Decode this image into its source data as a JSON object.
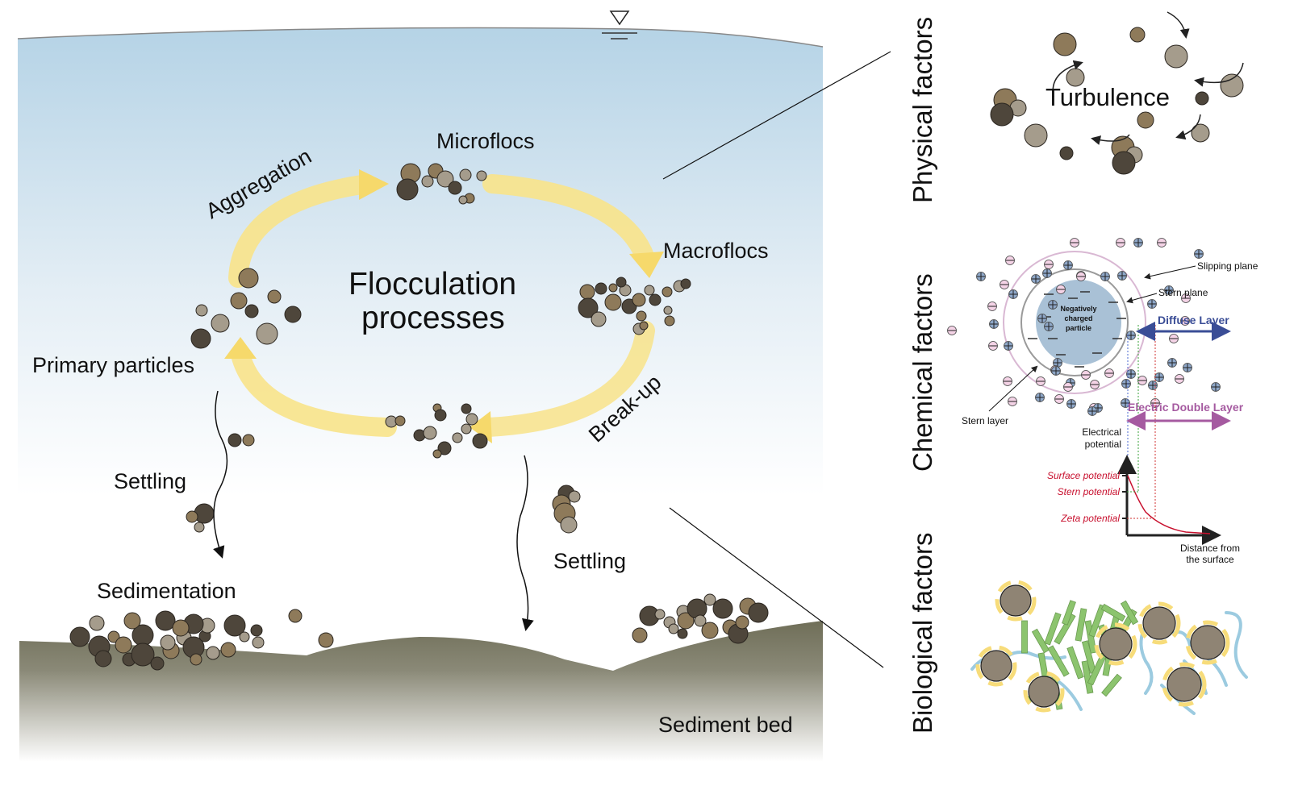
{
  "title": "Flocculation processes",
  "water_surface_symbol": "water-level-triangle",
  "cycle": {
    "labels": {
      "aggregation": "Aggregation",
      "microflocs": "Microflocs",
      "macroflocs": "Macroflocs",
      "break_up": "Break-up",
      "primary_particles": "Primary particles",
      "title_line1": "Flocculation",
      "title_line2": "processes"
    }
  },
  "settling": {
    "left": "Settling",
    "right": "Settling",
    "sedimentation": "Sedimentation",
    "sediment_bed": "Sediment bed"
  },
  "factors": {
    "physical": {
      "label": "Physical factors",
      "center_text": "Turbulence"
    },
    "chemical": {
      "label": "Chemical factors",
      "particle_line1": "Negatively",
      "particle_line2": "charged",
      "particle_line3": "particle",
      "slipping_plane": "Slipping plane",
      "stern_plane": "Stern plane",
      "stern_layer": "Stern layer",
      "diffuse_layer": "Diffuse Layer",
      "electric_double_layer": "Electric Double Layer",
      "y_axis_line1": "Electrical",
      "y_axis_line2": "potential",
      "x_axis_line1": "Distance from",
      "x_axis_line2": "the surface",
      "surface_potential": "Surface potential",
      "stern_potential": "Stern potential",
      "zeta_potential": "Zeta potential"
    },
    "biological": {
      "label": "Biological factors"
    }
  },
  "colors": {
    "water_top": "#b9d6e8",
    "sediment": "#75745f",
    "arrow_yellow": "#f8e38a",
    "particle_dark": "#4e463b",
    "particle_brown": "#8e7a5a",
    "particle_grey": "#a59c8c",
    "diffuse_blue": "#3a4d96",
    "edl_purple": "#a55aa0",
    "potential_red": "#c8102e",
    "bio_green": "#8cc46e",
    "bio_blue": "#9ccbe0",
    "bio_yellow": "#f7dc7a"
  }
}
